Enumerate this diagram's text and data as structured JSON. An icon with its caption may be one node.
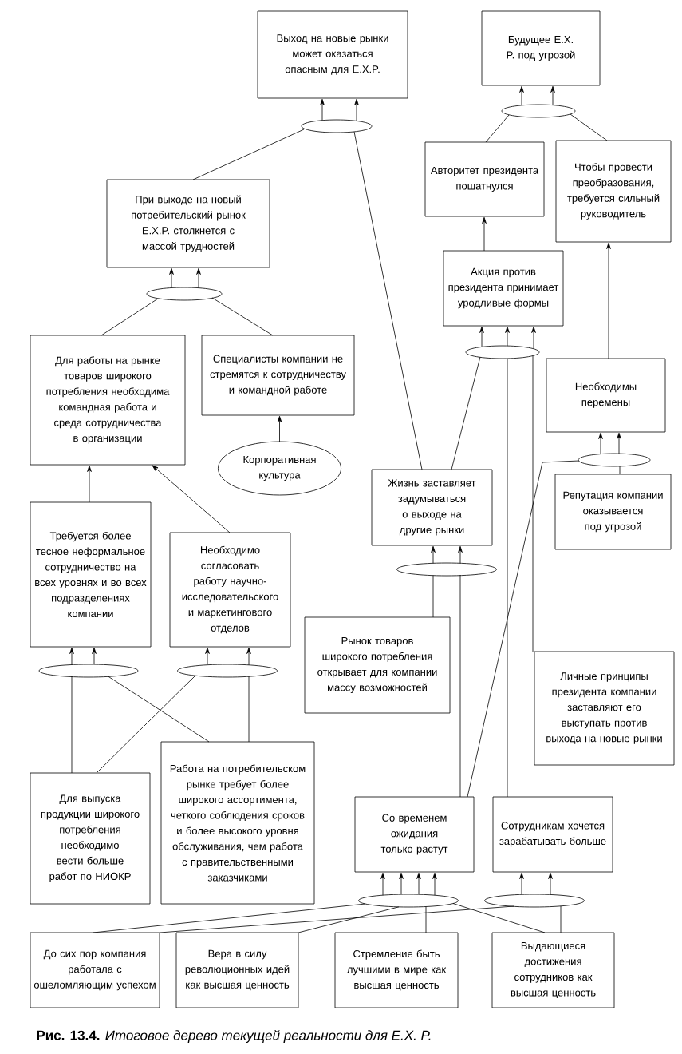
{
  "diagram": {
    "caption": "**Рис. 13.4.** *Итоговое дерево текущей реальности для E.X. P.*",
    "nodes": [
      {
        "text": [
          "Выход на новые рынки может оказаться опасным для E.X.P."
        ]
      },
      {
        "text": [
          "Будущее E.X. P. под угрозой"
        ]
      },
      {
        "text": [],
        "shape": "ellipse"
      },
      {
        "text": [],
        "shape": "ellipse"
      },
      {
        "text": [
          "Авторитет президента пошатнулся"
        ]
      },
      {
        "text": [
          "Чтобы провести преобразования, требуется сильный руководитель"
        ]
      },
      {
        "text": [
          "При выходе на новый потребительский рынок E.X.P. столкнется с массой трудностей"
        ]
      },
      {
        "text": [
          "Акция против президента принимает уродливые формы"
        ]
      },
      {
        "text": [],
        "shape": "ellipse"
      },
      {
        "text": [],
        "shape": "ellipse"
      },
      {
        "text": [
          "Для работы на рынке товаров широкого потребления необходима командная работа и среда сотрудничества в организации"
        ]
      },
      {
        "text": [
          "Специалисты компании не стремятся к сотрудничеству и командной работе"
        ]
      },
      {
        "text": [
          "Необходимы перемены"
        ]
      },
      {
        "text": [
          "Корпоративная культура"
        ]
      },
      {
        "text": [],
        "shape": "ellipse"
      },
      {
        "text": [
          "Жизнь заставляет задумываться о выходе на другие рынки"
        ]
      },
      {
        "text": [
          "Репутация компании оказывается под угрозой"
        ]
      },
      {
        "text": [
          "Требуется более тесное неформальное сотрудничество на всех уровнях и во всех подразделениях компании"
        ]
      },
      {
        "text": [
          "Необходимо согласовать работу научно-исследовательского и маркетингового отделов"
        ]
      },
      {
        "text": [],
        "shape": "ellipse"
      },
      {
        "text": [
          "Рынок товаров широкого потребления открывает для компании массу возможностей"
        ]
      },
      {
        "text": [],
        "shape": "ellipse"
      },
      {
        "text": [],
        "shape": "ellipse"
      },
      {
        "text": [
          "Личные принципы президента компании заставляют его выступать против выхода на новые рынки"
        ]
      },
      {
        "text": [
          "Для выпуска продукции широкого потребления необходимо вести больше работ по НИОКР"
        ]
      },
      {
        "text": [
          "Работа на потребительском рынке требует более широкого ассортимента, четкого соблюдения сроков и более высокого уровня обслуживания, чем работа с правительственными заказчиками"
        ]
      },
      {
        "text": [
          "Со временем ожидания только растут"
        ]
      },
      {
        "text": [
          "Сотрудникам хочется зарабатывать больше"
        ]
      },
      {
        "text": [],
        "shape": "ellipse"
      },
      {
        "text": [],
        "shape": "ellipse"
      },
      {
        "text": [
          "До сих пор компания работала с ошеломляющим успехом"
        ]
      },
      {
        "text": [
          "Вера в силу революционных идей как высшая ценность"
        ]
      },
      {
        "text": [
          "Стремление быть лучшими в мире как высшая ценность"
        ]
      },
      {
        "text": [
          "Выдающиеся достижения сотрудников как высшая ценность"
        ]
      }
    ],
    "edges": [
      {
        "from": 2,
        "to": 0,
        "arrow": "to"
      },
      {
        "from": 2,
        "to": 0,
        "arrow": "to"
      },
      {
        "from": 6,
        "to": 2,
        "arrow": "none"
      },
      {
        "from": 15,
        "to": 2,
        "arrow": "none"
      },
      {
        "from": 3,
        "to": 1,
        "arrow": "to"
      },
      {
        "from": 3,
        "to": 1,
        "arrow": "to"
      },
      {
        "from": 4,
        "to": 3,
        "arrow": "none"
      },
      {
        "from": 5,
        "to": 3,
        "arrow": "none"
      },
      {
        "from": 7,
        "to": 4,
        "arrow": "to"
      },
      {
        "from": 12,
        "to": 5,
        "arrow": "to"
      },
      {
        "from": 8,
        "to": 6,
        "arrow": "to"
      },
      {
        "from": 8,
        "to": 6,
        "arrow": "to"
      },
      {
        "from": 10,
        "to": 8,
        "arrow": "none"
      },
      {
        "from": 11,
        "to": 8,
        "arrow": "none"
      },
      {
        "from": 9,
        "to": 7,
        "arrow": "to"
      },
      {
        "from": 9,
        "to": 7,
        "arrow": "to"
      },
      {
        "from": 9,
        "to": 7,
        "arrow": "to"
      },
      {
        "from": 15,
        "to": 9,
        "arrow": "none"
      },
      {
        "from": 27,
        "to": 9,
        "arrow": "none"
      },
      {
        "from": 23,
        "to": 9,
        "arrow": "none"
      },
      {
        "from": 13,
        "to": 11,
        "arrow": "to"
      },
      {
        "from": 14,
        "to": 12,
        "arrow": "to"
      },
      {
        "from": 14,
        "to": 12,
        "arrow": "to"
      },
      {
        "from": 16,
        "to": 14,
        "arrow": "none"
      },
      {
        "from": 26,
        "to": 14,
        "arrow": "none"
      },
      {
        "from": 17,
        "to": 10,
        "arrow": "to"
      },
      {
        "from": 18,
        "to": 10,
        "arrow": "to"
      },
      {
        "from": 19,
        "to": 15,
        "arrow": "to"
      },
      {
        "from": 19,
        "to": 15,
        "arrow": "to"
      },
      {
        "from": 20,
        "to": 19,
        "arrow": "none"
      },
      {
        "from": 26,
        "to": 19,
        "arrow": "none"
      },
      {
        "from": 21,
        "to": 17,
        "arrow": "to"
      },
      {
        "from": 21,
        "to": 17,
        "arrow": "to"
      },
      {
        "from": 24,
        "to": 21,
        "arrow": "none"
      },
      {
        "from": 25,
        "to": 21,
        "arrow": "none"
      },
      {
        "from": 22,
        "to": 18,
        "arrow": "to"
      },
      {
        "from": 22,
        "to": 18,
        "arrow": "to"
      },
      {
        "from": 24,
        "to": 22,
        "arrow": "none"
      },
      {
        "from": 25,
        "to": 22,
        "arrow": "none"
      },
      {
        "from": 28,
        "to": 26,
        "arrow": "to"
      },
      {
        "from": 28,
        "to": 26,
        "arrow": "to"
      },
      {
        "from": 28,
        "to": 26,
        "arrow": "to"
      },
      {
        "from": 28,
        "to": 26,
        "arrow": "to"
      },
      {
        "from": 29,
        "to": 27,
        "arrow": "to"
      },
      {
        "from": 29,
        "to": 27,
        "arrow": "to"
      },
      {
        "from": 30,
        "to": 28,
        "arrow": "none"
      },
      {
        "from": 31,
        "to": 28,
        "arrow": "none"
      },
      {
        "from": 32,
        "to": 28,
        "arrow": "none"
      },
      {
        "from": 33,
        "to": 28,
        "arrow": "none"
      },
      {
        "from": 30,
        "to": 29,
        "arrow": "none"
      },
      {
        "from": 33,
        "to": 29,
        "arrow": "none"
      }
    ]
  }
}
